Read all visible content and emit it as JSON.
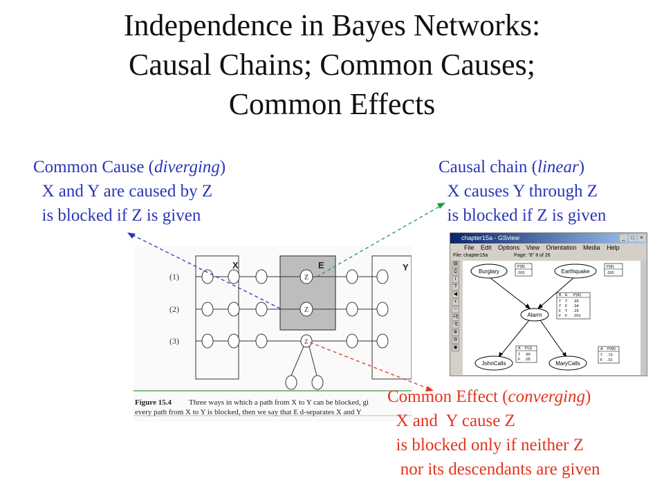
{
  "title": {
    "line1": "Independence in Bayes Networks:",
    "line2": "Causal Chains; Common Causes;",
    "line3": "Common Effects"
  },
  "common_cause": {
    "heading": "Common Cause (",
    "heading_em": "diverging",
    "heading_end": ")",
    "line1": "  X and Y are caused by Z",
    "line2": "  is blocked if Z is given"
  },
  "causal_chain": {
    "heading": "Causal chain (",
    "heading_em": "linear",
    "heading_end": ")",
    "line1": "  X causes Y through Z",
    "line2": "  is blocked if Z is given"
  },
  "common_effect": {
    "heading": "Common Effect (",
    "heading_em": "converging",
    "heading_end": ")",
    "line1": "  X and  Y cause Z",
    "line2": "  is blocked only if neither Z",
    "line3": "   nor its descendants are given"
  },
  "figure": {
    "box_x": "X",
    "box_e": "E",
    "box_y": "Y",
    "row1": "(1)",
    "row2": "(2)",
    "row3": "(3)",
    "node_z": "Z",
    "caption_label": "Figure 15.4",
    "caption_line1": "Three ways in which a path from X to Y can be blocked, gi",
    "caption_line2": "every path from X to Y is blocked, then we say that E d-separates X and Y"
  },
  "gsview": {
    "window_title": "chapter15a - GSview",
    "menu": [
      "File",
      "Edit",
      "Options",
      "View",
      "Orientation",
      "Media",
      "Help"
    ],
    "status_file": "File: chapter15a",
    "status_page": "Page: \"8\" 8 of 26",
    "toolbar_icons": [
      "open-icon",
      "print-icon",
      "info-icon",
      "help-icon",
      "back-icon",
      "plus-icon",
      "minus-icon",
      "plus5-icon",
      "minus5-icon",
      "zoom-icon",
      "zoom-out-icon",
      "eye-icon"
    ],
    "toolbar_glyphs": [
      "▤",
      "⎙",
      "i",
      "?",
      "◀",
      "+",
      "−",
      "+5",
      "-5",
      "⊕",
      "⊖",
      "◉"
    ],
    "nodes": {
      "burglary": "Burglary",
      "earthquake": "Earthquake",
      "alarm": "Alarm",
      "johncalls": "JohnCalls",
      "marycalls": "MaryCalls"
    },
    "cpt_b": {
      "header": "P(B)",
      "value": ".001"
    },
    "cpt_e": {
      "header": "P(E)",
      "value": ".002"
    },
    "cpt_a": {
      "headers": [
        "B",
        "E",
        "P(A)"
      ],
      "rows": [
        [
          "T",
          "T",
          ".95"
        ],
        [
          "T",
          "F",
          ".94"
        ],
        [
          "F",
          "T",
          ".29"
        ],
        [
          "F",
          "F",
          ".001"
        ]
      ]
    },
    "cpt_j": {
      "headers": [
        "A",
        "P(J)"
      ],
      "rows": [
        [
          "T",
          ".90"
        ],
        [
          "F",
          ".05"
        ]
      ]
    },
    "cpt_m": {
      "headers": [
        "A",
        "P(M)"
      ],
      "rows": [
        [
          "T",
          ".70"
        ],
        [
          "F",
          ".01"
        ]
      ]
    }
  },
  "colors": {
    "blue": "#2a35b7",
    "red": "#e3341c",
    "green": "#1e9a3a"
  }
}
